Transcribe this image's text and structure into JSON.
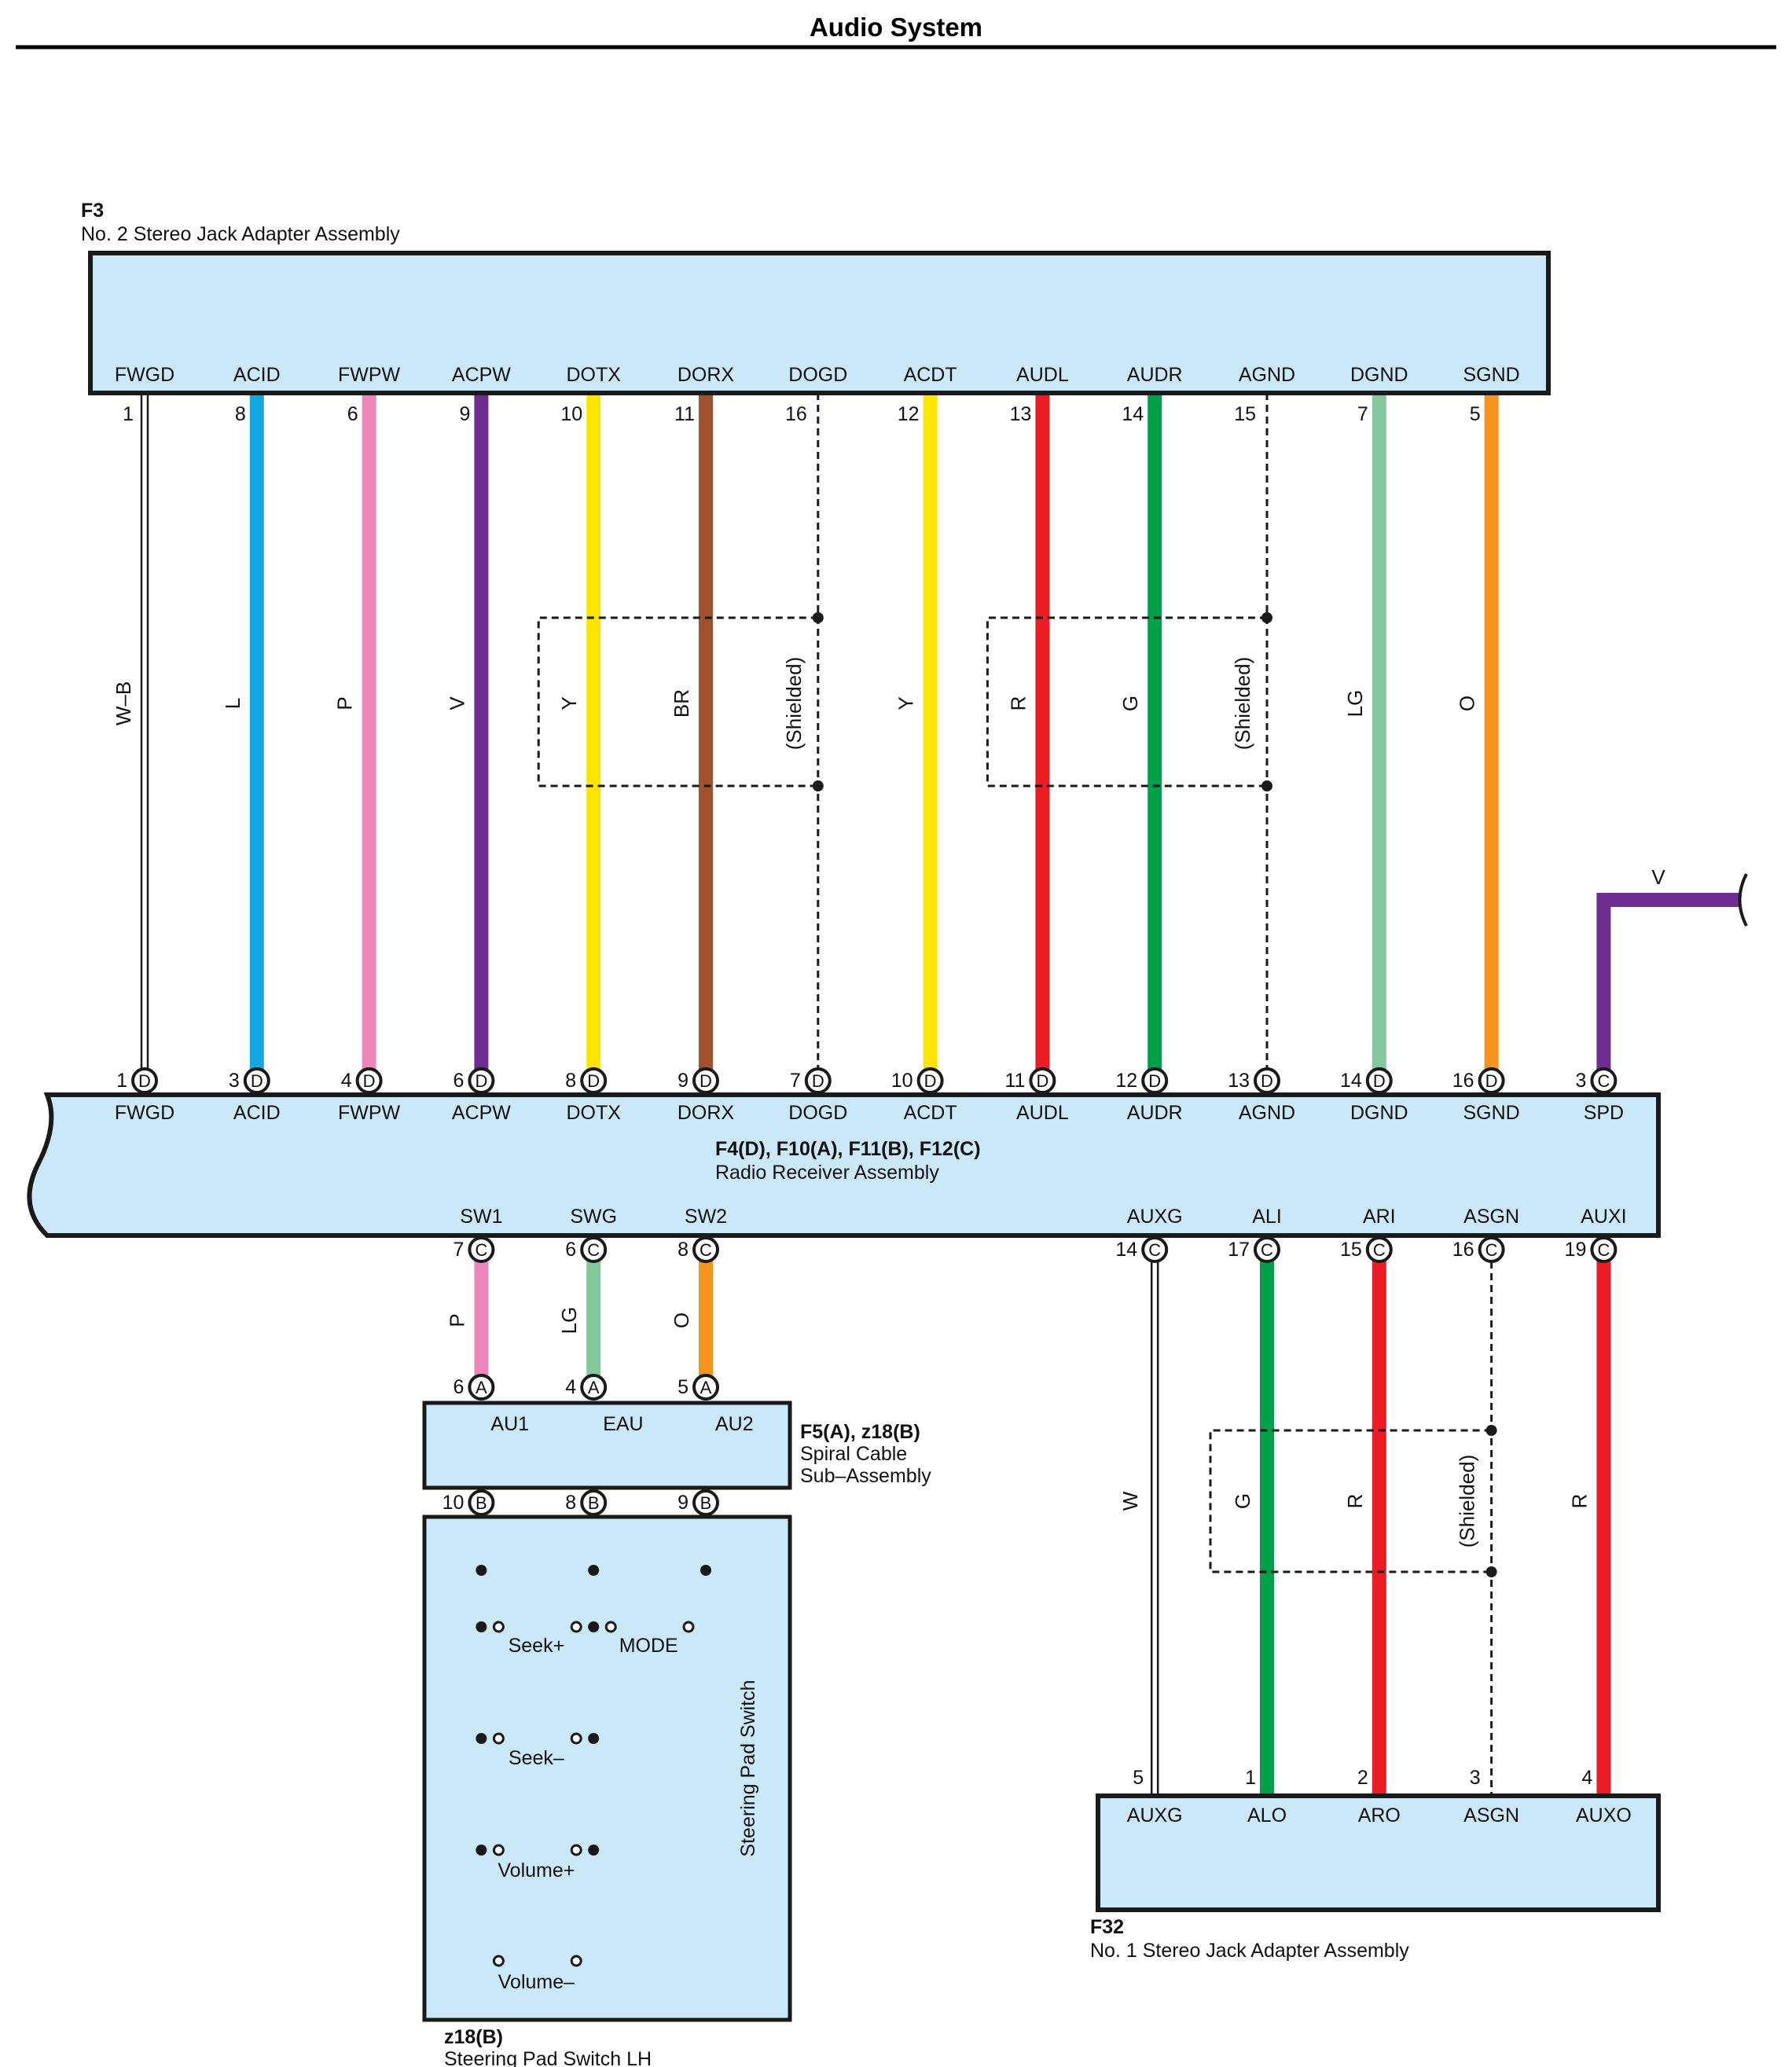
{
  "page_title": "Audio System",
  "f3": {
    "code": "F3",
    "name": "No. 2 Stereo Jack Adapter Assembly",
    "pins": [
      {
        "name": "FWGD",
        "num": "1"
      },
      {
        "name": "ACID",
        "num": "8"
      },
      {
        "name": "FWPW",
        "num": "6"
      },
      {
        "name": "ACPW",
        "num": "9"
      },
      {
        "name": "DOTX",
        "num": "10"
      },
      {
        "name": "DORX",
        "num": "11"
      },
      {
        "name": "DOGD",
        "num": "16"
      },
      {
        "name": "ACDT",
        "num": "12"
      },
      {
        "name": "AUDL",
        "num": "13"
      },
      {
        "name": "AUDR",
        "num": "14"
      },
      {
        "name": "AGND",
        "num": "15"
      },
      {
        "name": "DGND",
        "num": "7"
      },
      {
        "name": "SGND",
        "num": "5"
      }
    ]
  },
  "upper_wires": [
    {
      "label": "W–B",
      "color": "#ffffff",
      "style": "double"
    },
    {
      "label": "L",
      "color": "#13a7e3",
      "style": "solid"
    },
    {
      "label": "P",
      "color": "#ee86bc",
      "style": "solid"
    },
    {
      "label": "V",
      "color": "#6f2c91",
      "style": "solid"
    },
    {
      "label": "Y",
      "color": "#fde500",
      "style": "solid"
    },
    {
      "label": "BR",
      "color": "#a0522d",
      "style": "solid"
    },
    {
      "label": "(Shielded)",
      "color": "#111111",
      "style": "dashed"
    },
    {
      "label": "Y",
      "color": "#fde500",
      "style": "solid"
    },
    {
      "label": "R",
      "color": "#ec1c24",
      "style": "solid"
    },
    {
      "label": "G",
      "color": "#00a04b",
      "style": "solid"
    },
    {
      "label": "(Shielded)",
      "color": "#111111",
      "style": "dashed"
    },
    {
      "label": "LG",
      "color": "#84c99e",
      "style": "solid"
    },
    {
      "label": "O",
      "color": "#f7941d",
      "style": "solid"
    }
  ],
  "spd_wire": {
    "label": "V",
    "color": "#6f2c91"
  },
  "radio": {
    "code": "F4(D), F10(A), F11(B), F12(C)",
    "name": "Radio Receiver Assembly",
    "top_pins": [
      {
        "num": "1",
        "conn": "D",
        "name": "FWGD"
      },
      {
        "num": "3",
        "conn": "D",
        "name": "ACID"
      },
      {
        "num": "4",
        "conn": "D",
        "name": "FWPW"
      },
      {
        "num": "6",
        "conn": "D",
        "name": "ACPW"
      },
      {
        "num": "8",
        "conn": "D",
        "name": "DOTX"
      },
      {
        "num": "9",
        "conn": "D",
        "name": "DORX"
      },
      {
        "num": "7",
        "conn": "D",
        "name": "DOGD"
      },
      {
        "num": "10",
        "conn": "D",
        "name": "ACDT"
      },
      {
        "num": "11",
        "conn": "D",
        "name": "AUDL"
      },
      {
        "num": "12",
        "conn": "D",
        "name": "AUDR"
      },
      {
        "num": "13",
        "conn": "D",
        "name": "AGND"
      },
      {
        "num": "14",
        "conn": "D",
        "name": "DGND"
      },
      {
        "num": "16",
        "conn": "D",
        "name": "SGND"
      },
      {
        "num": "3",
        "conn": "C",
        "name": "SPD"
      }
    ],
    "bottom_left_pins": [
      {
        "num": "7",
        "conn": "C",
        "name": "SW1",
        "wire": "P",
        "color": "#ee86bc"
      },
      {
        "num": "6",
        "conn": "C",
        "name": "SWG",
        "wire": "LG",
        "color": "#84c99e"
      },
      {
        "num": "8",
        "conn": "C",
        "name": "SW2",
        "wire": "O",
        "color": "#f7941d"
      }
    ],
    "bottom_right_pins": [
      {
        "num": "14",
        "conn": "C",
        "name": "AUXG"
      },
      {
        "num": "17",
        "conn": "C",
        "name": "ALI"
      },
      {
        "num": "15",
        "conn": "C",
        "name": "ARI"
      },
      {
        "num": "16",
        "conn": "C",
        "name": "ASGN"
      },
      {
        "num": "19",
        "conn": "C",
        "name": "AUXI"
      }
    ]
  },
  "spiral": {
    "code": "F5(A), z18(B)",
    "name_line1": "Spiral Cable",
    "name_line2": "Sub–Assembly",
    "top_pins": [
      {
        "num": "6",
        "conn": "A",
        "name": "AU1"
      },
      {
        "num": "4",
        "conn": "A",
        "name": "EAU"
      },
      {
        "num": "5",
        "conn": "A",
        "name": "AU2"
      }
    ],
    "bottom_pins": [
      {
        "num": "10",
        "conn": "B"
      },
      {
        "num": "8",
        "conn": "B"
      },
      {
        "num": "9",
        "conn": "B"
      }
    ]
  },
  "steering": {
    "code": "z18(B)",
    "name": "Steering Pad Switch LH",
    "inner_label": "Steering Pad Switch",
    "switches": [
      "Seek+",
      "MODE",
      "Seek–",
      "Volume+",
      "Volume–"
    ]
  },
  "lower_wires": [
    {
      "label": "W",
      "color": "#ffffff",
      "style": "double"
    },
    {
      "label": "G",
      "color": "#00a04b",
      "style": "solid"
    },
    {
      "label": "R",
      "color": "#ec1c24",
      "style": "solid"
    },
    {
      "label": "(Shielded)",
      "color": "#111111",
      "style": "dashed"
    },
    {
      "label": "R",
      "color": "#ec1c24",
      "style": "solid"
    }
  ],
  "f32": {
    "code": "F32",
    "name": "No. 1 Stereo Jack Adapter Assembly",
    "pins": [
      {
        "name": "AUXG",
        "num": "5"
      },
      {
        "name": "ALO",
        "num": "1"
      },
      {
        "name": "ARO",
        "num": "2"
      },
      {
        "name": "ASGN",
        "num": "3"
      },
      {
        "name": "AUXO",
        "num": "4"
      }
    ]
  },
  "colors": {
    "box_fill": "#cbe8f8",
    "line": "#1a1a1a"
  }
}
